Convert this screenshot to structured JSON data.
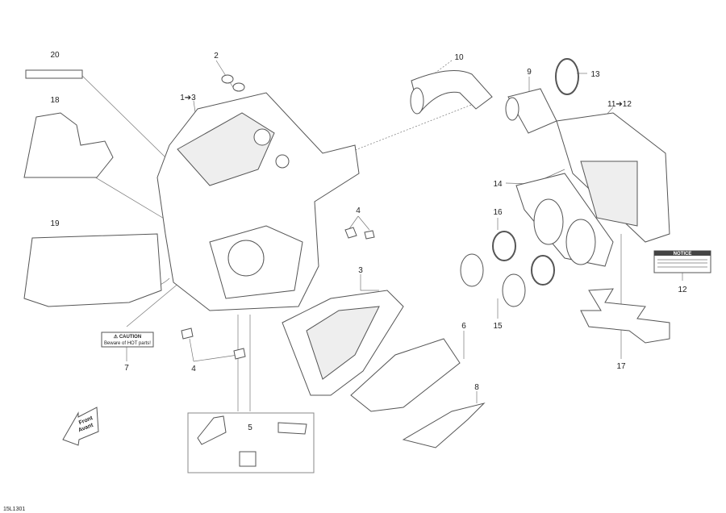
{
  "callouts": {
    "c20": "20",
    "c2": "2",
    "c1_3": "1➔3",
    "c18": "18",
    "c19": "19",
    "c4a": "4",
    "c4b": "4",
    "c7": "7",
    "c5": "5",
    "c3": "3",
    "c6": "6",
    "c8": "8",
    "c10": "10",
    "c9": "9",
    "c13": "13",
    "c11_12": "11➔12",
    "c14": "14",
    "c16": "16",
    "c15": "15",
    "c12": "12",
    "c17": "17"
  },
  "caution_label": {
    "title": "⚠ CAUTION",
    "text": "Beware of HOT parts!"
  },
  "notice_label": {
    "title": "NOTICE"
  },
  "front_arrow": {
    "line1": "Front",
    "line2": "Avant"
  },
  "diagram_code": "15L1301"
}
